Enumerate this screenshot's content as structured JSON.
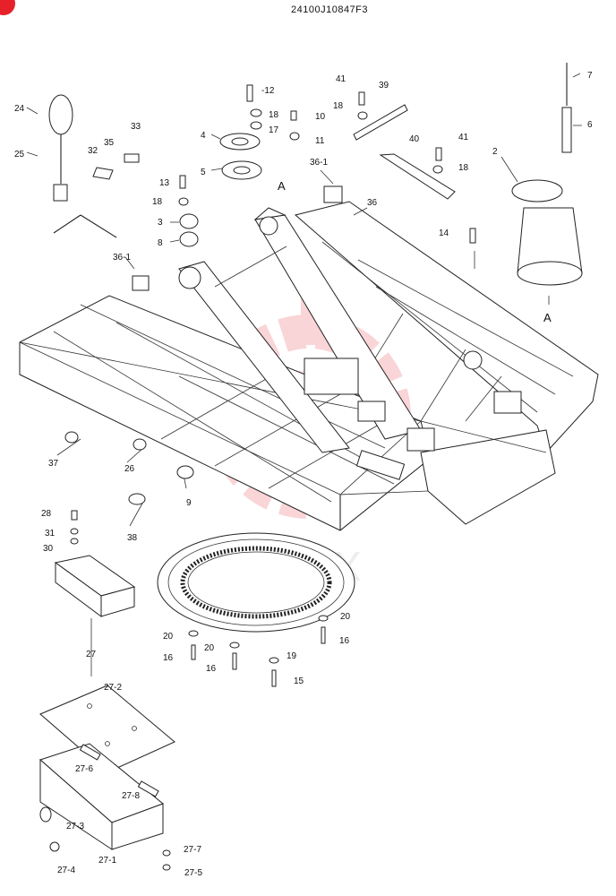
{
  "drawing_number": "24100J10847F3",
  "watermark_text": "ИНТЕХ",
  "accent_color": "#e6212a",
  "watermark_color": "#f2a3a8",
  "callouts": {
    "c1": "-12",
    "c2": "18",
    "c3": "17",
    "c4": "10",
    "c5": "11",
    "c6": "41",
    "c7": "18",
    "c8": "39",
    "c9": "40",
    "c10": "41",
    "c11": "18",
    "c12": "7",
    "c13": "6",
    "c14": "2",
    "c15": "24",
    "c16": "25",
    "c17": "32",
    "c18": "35",
    "c19": "33",
    "c20": "4",
    "c21": "5",
    "c22": "13",
    "c23": "18",
    "c24": "3",
    "c25": "8",
    "c26": "36-1",
    "c27": "A",
    "c28": "36",
    "c29": "14",
    "c30": "36-1",
    "c31": "A",
    "c32": "37",
    "c33": "26",
    "c34": "9",
    "c35": "28",
    "c36": "31",
    "c37": "30",
    "c38": "38",
    "c39": "27",
    "c40": "27-2",
    "c41": "20",
    "c42": "16",
    "c43": "20",
    "c44": "16",
    "c45": "20",
    "c46": "16",
    "c47": "19",
    "c48": "15",
    "c49": "27-6",
    "c50": "27-8",
    "c51": "27-3",
    "c52": "27-7",
    "c53": "27-1",
    "c54": "27-4",
    "c55": "27-5"
  }
}
